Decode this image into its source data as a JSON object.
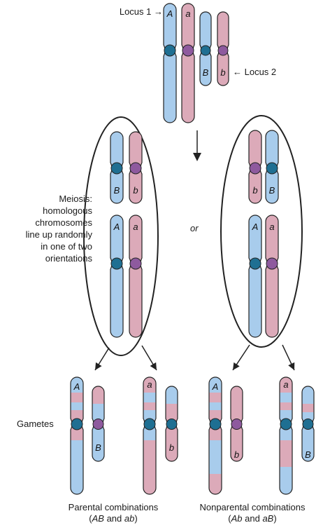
{
  "colors": {
    "blue": "#a8ccec",
    "pink": "#dcaab9",
    "centromere_blue": "#1f6f92",
    "centromere_purple": "#8e5a9e",
    "outline": "#222222"
  },
  "labels": {
    "locus1": "Locus 1 →",
    "locus2": "← Locus 2",
    "or": "or",
    "meiosis": [
      "Meiosis:",
      "homologous",
      "chromosomes",
      "line up randomly",
      "in one of two",
      "orientations"
    ],
    "gametes": "Gametes",
    "parental_title": "Parental combinations",
    "parental_open": "(",
    "parental_ab1": "AB",
    "parental_and": " and ",
    "parental_ab2": "ab",
    "parental_close": ")",
    "nonparental_title": "Nonparental combinations",
    "nonparental_open": "(",
    "nonparental_ab1": "Ab",
    "nonparental_and": " and ",
    "nonparental_ab2": "aB",
    "nonparental_close": ")"
  },
  "alleles": {
    "A": "A",
    "a": "a",
    "B": "B",
    "b": "b"
  }
}
